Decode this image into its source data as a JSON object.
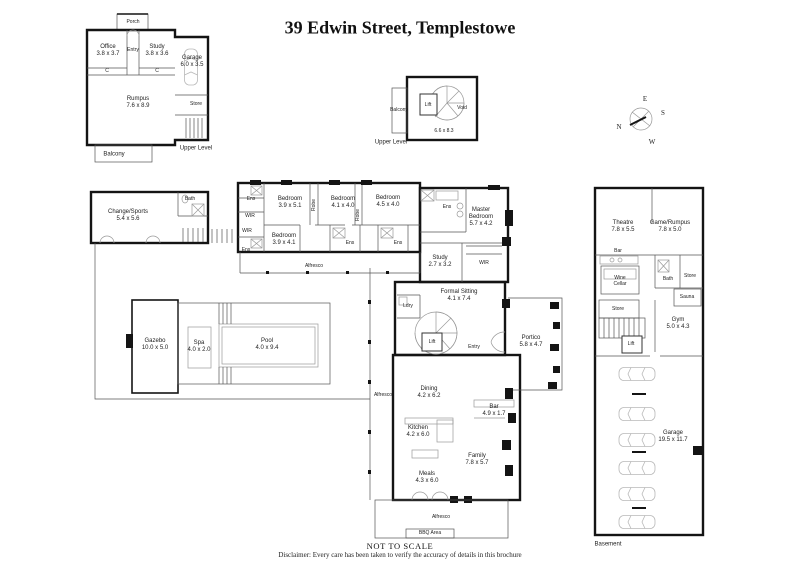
{
  "title": "39 Edwin Street, Templestowe",
  "footer": {
    "scale_note": "NOT TO SCALE",
    "disclaimer": "Disclaimer: Every care has been taken to verify the accuracy of details in this brochure"
  },
  "compass": {
    "north": "N",
    "east": "E",
    "south": "S",
    "west": "W"
  },
  "upper_left": {
    "level_label": "Upper Level",
    "rooms": {
      "porch": "Porch",
      "office": "Office\n3.8 x 3.7",
      "entry": "Entry",
      "study": "Study\n3.8 x 3.6",
      "garage": "Garage\n6.0 x 3.5",
      "rumpus": "Rumpus\n7.6 x 8.9",
      "store": "Store",
      "balcony": "Balcony",
      "closet1": "C",
      "closet2": "C"
    }
  },
  "upper_mid": {
    "level_label": "Upper Level",
    "rooms": {
      "balcony": "Balcony",
      "lift": "Lift",
      "void": "Void",
      "dims": "6.6 x 8.3"
    }
  },
  "sports_wing": {
    "rooms": {
      "change_sports": "Change/Sports\n5.4 x 5.6",
      "bath": "Bath"
    }
  },
  "pool_area": {
    "rooms": {
      "gazebo": "Gazebo\n10.0 x 5.0",
      "spa": "Spa\n4.0 x 2.0",
      "pool": "Pool\n4.0 x 9.4"
    }
  },
  "main_house": {
    "rooms": {
      "bedroom1": "Bedroom\n3.9 x 5.1",
      "bedroom2": "Bedroom\n4.1 x 4.0",
      "bedroom3": "Bedroom\n4.5 x 4.0",
      "bedroom4": "Bedroom\n3.9 x 4.1",
      "ens1": "Ens",
      "ens2": "Ens",
      "ens3": "Ens",
      "ens4": "Ens",
      "wir1": "WIR",
      "wir2": "WIR",
      "robe1": "Robe",
      "robe2": "Robe",
      "alfresco_top": "Alfresco",
      "master": "Master\nBedroom\n5.7 x 4.2",
      "master_ens": "Ens",
      "master_wir": "WIR",
      "study": "Study\n2.7 x 3.2",
      "formal_sitting": "Formal Sitting\n4.1 x 7.4",
      "ldry": "Ldry",
      "lift": "Lift",
      "entry": "Entry",
      "portico": "Portico\n5.8 x 4.7",
      "alfresco_left": "Alfresco",
      "dining": "Dining\n4.2 x 6.2",
      "bar": "Bar\n4.9 x 1.7",
      "kitchen": "Kitchen\n4.2 x 6.0",
      "family": "Family\n7.8 x 5.7",
      "meals": "Meals\n4.3 x 6.0",
      "alfresco_bottom": "Alfresco",
      "bbq": "BBQ Area"
    }
  },
  "basement": {
    "level_label": "Basement",
    "rooms": {
      "theatre": "Theatre\n7.8 x 5.5",
      "games": "Game/Rumpus\n7.8 x 5.0",
      "bar": "Bar",
      "wine": "Wine\nCellar",
      "bath": "Bath",
      "store1": "Store",
      "sauna": "Sauna",
      "store2": "Store",
      "gym": "Gym\n5.0 x 4.3",
      "lift": "Lift",
      "garage": "Garage\n19.5 x 11.7"
    }
  }
}
